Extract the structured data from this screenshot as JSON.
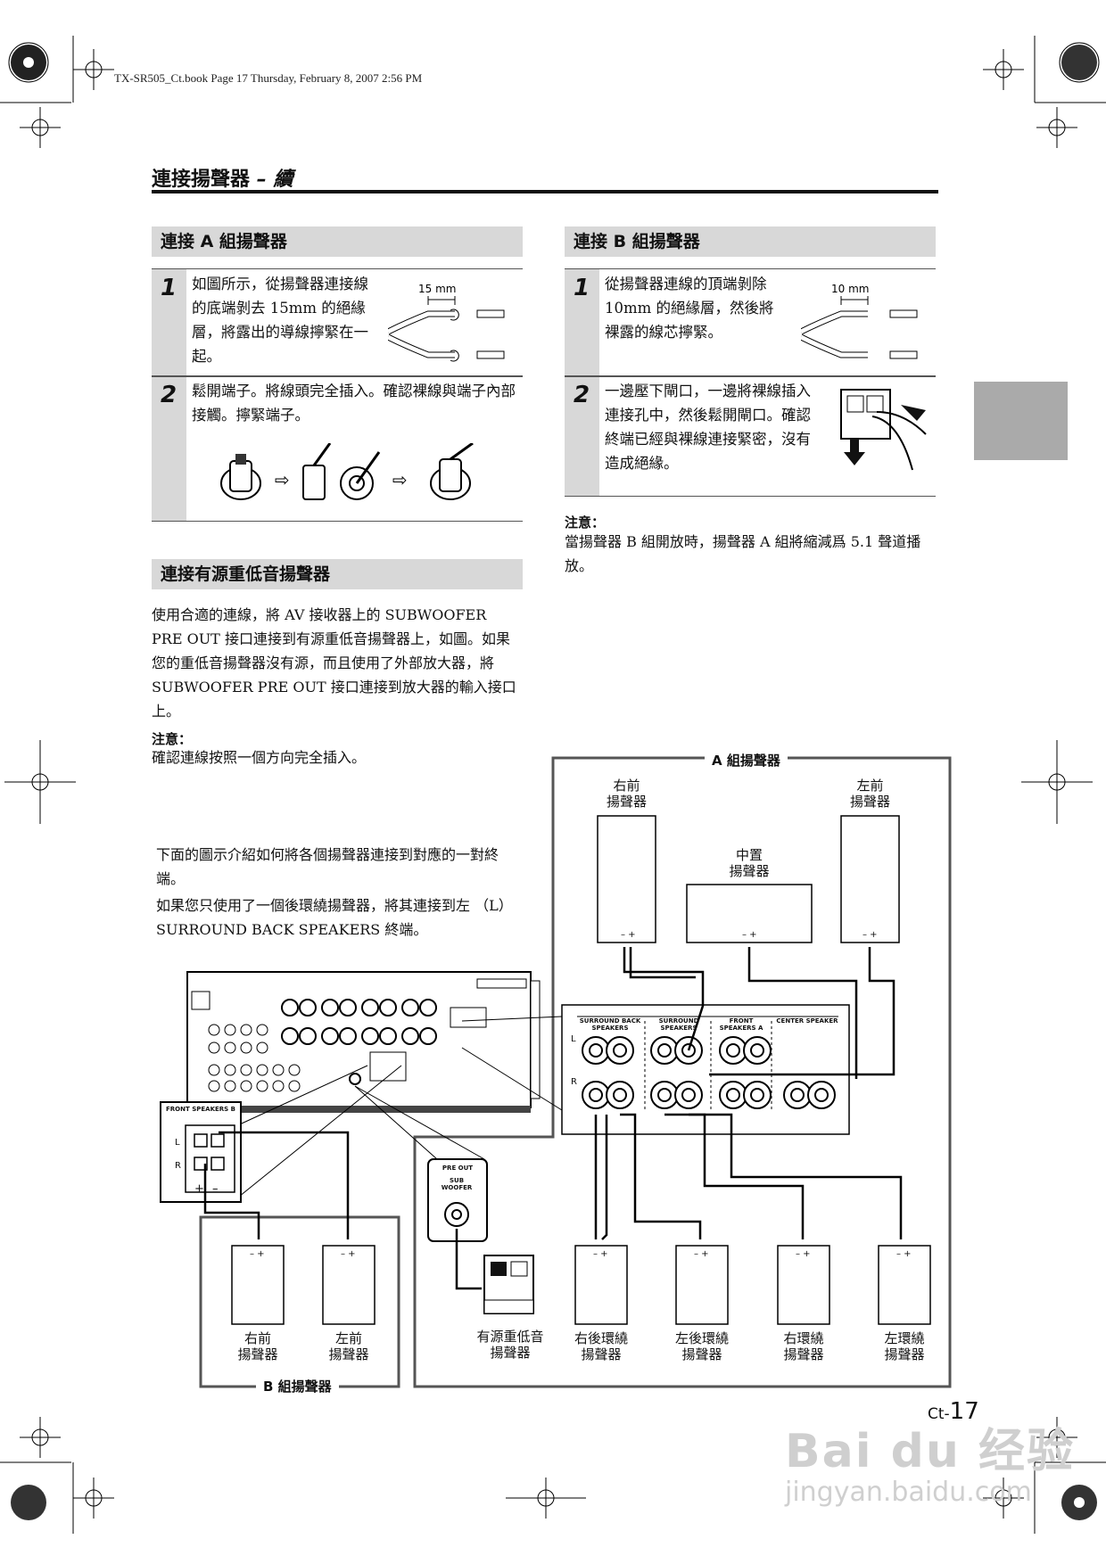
{
  "print_line": "TX-SR505_Ct.book  Page 17  Thursday, February 8, 2007  2:56 PM",
  "page_title": "連接揚聲器",
  "page_title_suffix": "– 續",
  "section_a": {
    "title": "連接 A 組揚聲器",
    "step1_num": "1",
    "step1_text": "如圖所示，從揚聲器連接線的底端剝去 15mm 的絕緣層，將露出的導線擰緊在一起。",
    "step1_mm": "15 mm",
    "step2_num": "2",
    "step2_text": "鬆開端子。將線頭完全插入。確認裸線與端子內部接觸。擰緊端子。"
  },
  "section_b": {
    "title": "連接 B 組揚聲器",
    "step1_num": "1",
    "step1_text": "從揚聲器連線的頂端剝除 10mm 的絕緣層，然後將裸露的線芯擰緊。",
    "step1_mm": "10 mm",
    "step2_num": "2",
    "step2_text": "一邊壓下閘口，一邊將裸線插入連接孔中，然後鬆開閘口。確認終端已經與裸線連接緊密，沒有造成絕緣。",
    "note_label": "注意：",
    "note_text": "當揚聲器 B 組開放時，揚聲器 A 組將縮減爲 5.1 聲道播放。"
  },
  "section_sub": {
    "title": "連接有源重低音揚聲器",
    "body": "使用合適的連線，將 AV 接收器上的 SUBWOOFER PRE OUT 接口連接到有源重低音揚聲器上，如圖。如果您的重低音揚聲器沒有源，而且使用了外部放大器，將 SUBWOOFER PRE OUT 接口連接到放大器的輸入接口上。",
    "note_label": "注意：",
    "note_text": "確認連線按照一個方向完全插入。"
  },
  "diagram_intro": {
    "line1": "下面的圖示介紹如何將各個揚聲器連接到對應的一對終端。",
    "line2": "如果您只使用了一個後環繞揚聲器，將其連接到左 （L）SURROUND BACK SPEAKERS 終端。"
  },
  "diagram": {
    "group_a_label": "A 組揚聲器",
    "group_b_label": "B 組揚聲器",
    "front_right": "右前\n揚聲器",
    "front_left": "左前\n揚聲器",
    "center": "中置\n揚聲器",
    "b_front_right": "右前\n揚聲器",
    "b_front_left": "左前\n揚聲器",
    "subwoofer": "有源重低音\n揚聲器",
    "surround_back_right": "右後環繞\n揚聲器",
    "surround_back_left": "左後環繞\n揚聲器",
    "surround_right": "右環繞\n揚聲器",
    "surround_left": "左環繞\n揚聲器",
    "polarity": "– +",
    "terminal_groups": [
      "SURROUND BACK SPEAKERS",
      "SURROUND SPEAKERS",
      "FRONT SPEAKERS A",
      "CENTER SPEAKER"
    ],
    "front_speakers_b": "FRONT SPEAKERS B",
    "pre_out": "PRE OUT",
    "sub_woofer": "SUB WOOFER",
    "l_mark": "L",
    "r_mark": "R",
    "plus_mark": "+",
    "minus_mark": "–"
  },
  "page_number_prefix": "Ct-",
  "page_number": "17",
  "watermark_text": "Bai du 经验",
  "watermark_url": "jingyan.baidu.com"
}
